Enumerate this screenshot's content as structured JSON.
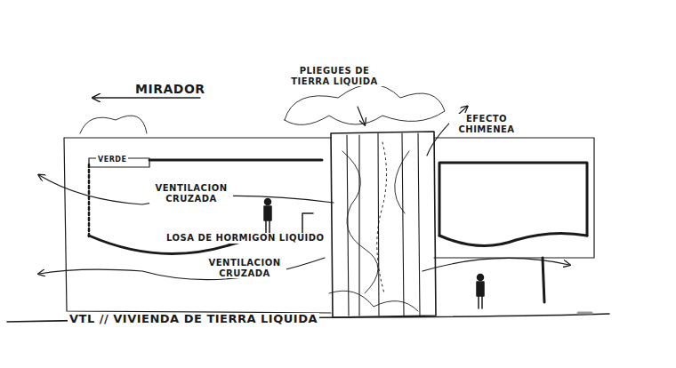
{
  "diagram": {
    "caption": "VTL // VIVIENDA DE TIERRA LIQUIDA",
    "labels": [
      "MIRADOR",
      "VERDE",
      "VENTILACION CRUZADA",
      "LOSA DE HORMIGON LIQUIDO",
      "VENTILACION CRUZADA",
      "PLIEGUES DE TIERRA LIQUIDA",
      "EFECTO CHIMENEA"
    ]
  }
}
